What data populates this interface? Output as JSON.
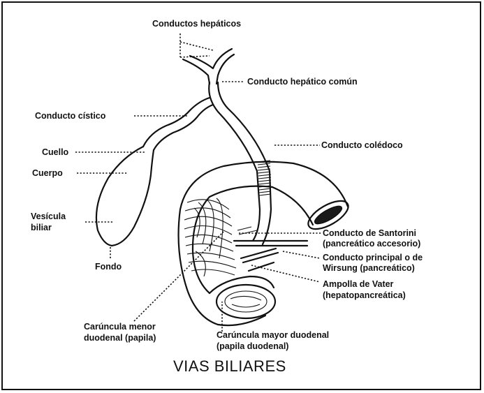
{
  "title": "VIAS BILIARES",
  "labels": {
    "conductos_hepaticos": "Conductos hepáticos",
    "conducto_hepatico_comun": "Conducto hepático común",
    "conducto_cistico": "Conducto cístico",
    "conducto_coledoco": "Conducto colédoco",
    "cuello": "Cuello",
    "cuerpo": "Cuerpo",
    "vesicula_1": "Vesícula",
    "vesicula_2": "biliar",
    "fondo": "Fondo",
    "santorini_1": "Conducto de Santorini",
    "santorini_2": "(pancreático accesorio)",
    "wirsung_1": "Conducto principal o de",
    "wirsung_2": "Wirsung (pancreático)",
    "ampolla_1": "Ampolla de Vater",
    "ampolla_2": "(hepatopancreática)",
    "caruncula_menor_1": "Carúncula menor",
    "caruncula_menor_2": "duodenal (papila)",
    "caruncula_mayor_1": "Carúncula mayor duodenal",
    "caruncula_mayor_2": "(papila duodenal)"
  }
}
